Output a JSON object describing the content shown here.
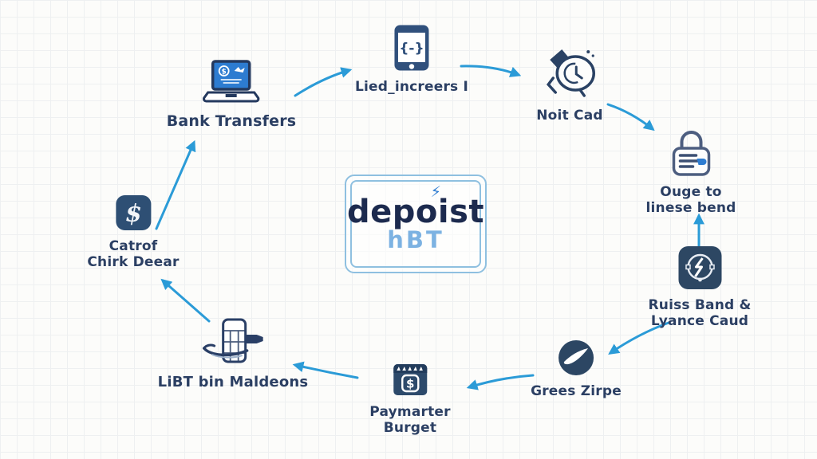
{
  "center": {
    "logo_text": "depoist",
    "logo_sub": "hBT",
    "spark": "⚡"
  },
  "nodes": {
    "bank_transfers": {
      "label": "Bank Transfers"
    },
    "lied_increers": {
      "label": "Lied_increers I",
      "icon_glyph": "{-}"
    },
    "noit_cad": {
      "label": "Noit Cad"
    },
    "ouge_to": {
      "label": "Ouge to\nlinese bend"
    },
    "ruiss_band": {
      "label": "Ruiss Band &\nLyance Caud"
    },
    "grees_zirpe": {
      "label": "Grees Zirpe"
    },
    "paymarter": {
      "label": "Paymarter\nBurget",
      "icon_glyph": "$"
    },
    "libt_bin": {
      "label": "LiBT bin Maldeons"
    },
    "catrof": {
      "label": "Catrof\nChirk Deear",
      "icon_glyph": "$"
    },
    "bank_screen_glyph": "$"
  },
  "colors": {
    "arrow": "#2b9bd7",
    "label_text": "#2b3f63",
    "icon_navy": "#2d4a6b",
    "screen_blue": "#2d7cd1",
    "logo_text": "#1c2a4e",
    "logo_sub": "#7cb2e2",
    "logo_border": "#8fc0e0"
  }
}
